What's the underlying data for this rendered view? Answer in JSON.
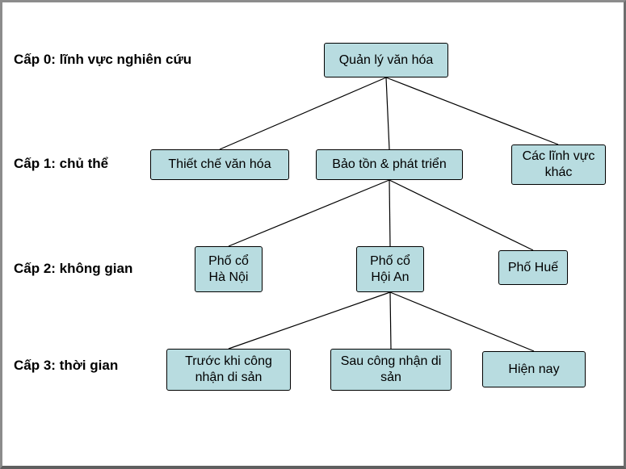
{
  "diagram": {
    "levels": [
      {
        "label": "Cấp 0: lĩnh vực nghiên cứu"
      },
      {
        "label": "Cấp 1: chủ thể"
      },
      {
        "label": "Cấp 2: không gian"
      },
      {
        "label": "Cấp 3: thời gian"
      }
    ],
    "nodes": {
      "root": {
        "label": "Quản lý văn hóa"
      },
      "l1a": {
        "label": "Thiết chế văn hóa"
      },
      "l1b": {
        "label": "Bảo tồn & phát triển"
      },
      "l1c": {
        "label": "Các lĩnh vực khác"
      },
      "l2a": {
        "label": "Phố cổ Hà Nội"
      },
      "l2b": {
        "label": "Phố cổ Hội An"
      },
      "l2c": {
        "label": "Phố Huế"
      },
      "l3a": {
        "label": "Trước khi công nhận di sản"
      },
      "l3b": {
        "label": "Sau công nhận di sản"
      },
      "l3c": {
        "label": "Hiện nay"
      }
    },
    "colors": {
      "node_fill": "#b8dce0",
      "node_border": "#000000",
      "edge": "#000000"
    }
  }
}
